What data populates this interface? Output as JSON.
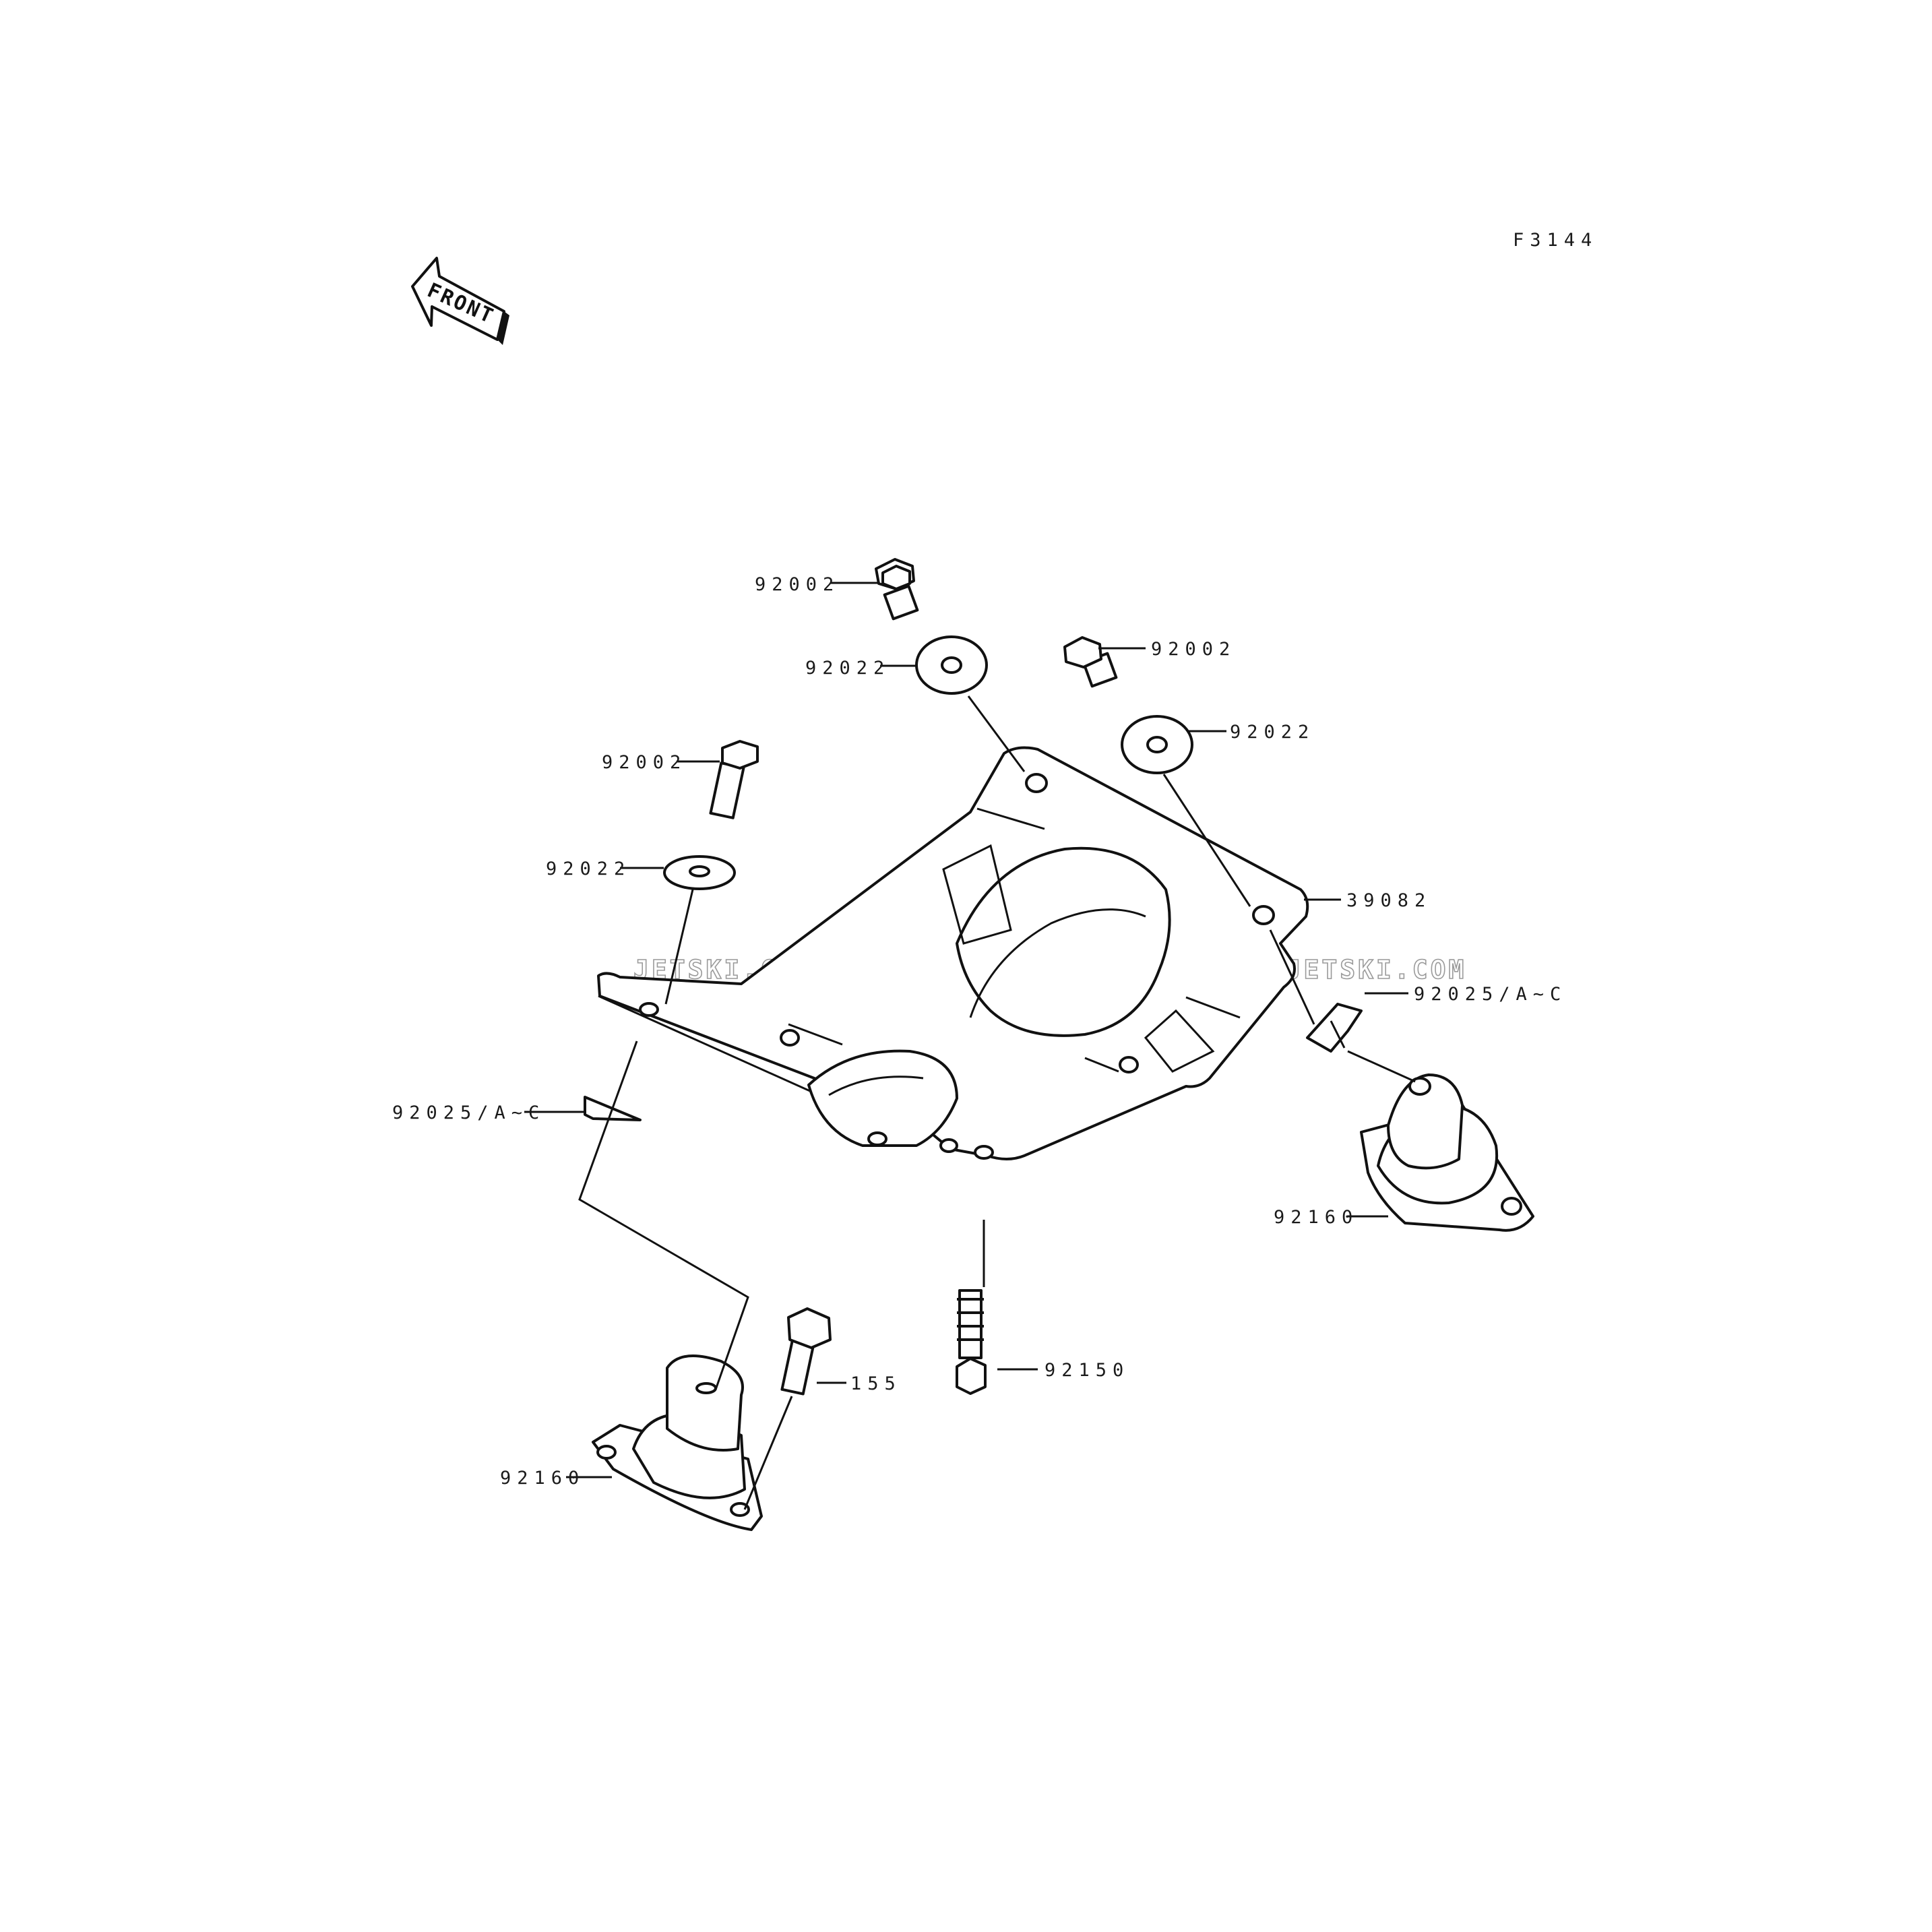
{
  "figure_code": "F3144",
  "front_arrow": {
    "text": "FRONT",
    "icon": "front-direction-arrow-icon"
  },
  "watermark": "JETSKI.COM  PROMO-JETSKI.COM  PROMO-JETSKI.COM",
  "callouts": {
    "bolt_top": "92002",
    "washer_top": "92022",
    "bolt_right": "92002",
    "washer_right": "92022",
    "bolt_left": "92002",
    "washer_left": "92022",
    "bracket": "39082",
    "shim_right": "92025/A~C",
    "shim_left": "92025/A~C",
    "mount_right": "92160",
    "bolt_bottom": "92150",
    "bolt_155": "155",
    "mount_left": "92160"
  }
}
